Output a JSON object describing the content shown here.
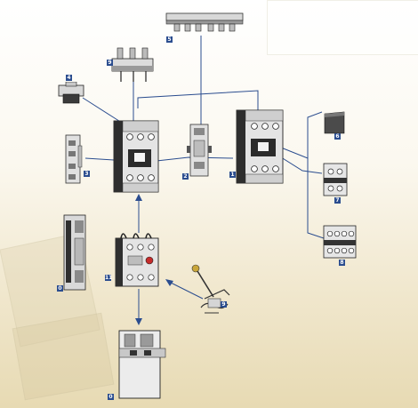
{
  "colors": {
    "connector": "#2b4d8f",
    "badge_bg": "#2b4d8f",
    "badge_text": "#ffffff",
    "device_body": "#e2e2e2",
    "device_dark": "#2a2a2a",
    "background_top": "#ffffff",
    "background_bottom": "#e7dab3"
  },
  "components": [
    {
      "id": "busbar-top",
      "badge": "5",
      "icon": "busbar-icon"
    },
    {
      "id": "terminal-block",
      "badge": "9",
      "icon": "terminal-block-icon"
    },
    {
      "id": "cover-small",
      "badge": "4",
      "icon": "cover-icon"
    },
    {
      "id": "side-auxiliary",
      "badge": "3",
      "icon": "side-auxiliary-contact-icon"
    },
    {
      "id": "contactor-left",
      "badge": "",
      "icon": "contactor-icon"
    },
    {
      "id": "interlock",
      "badge": "2",
      "icon": "mechanical-interlock-icon"
    },
    {
      "id": "contactor-right",
      "badge": "1",
      "icon": "contactor-icon"
    },
    {
      "id": "front-cover",
      "badge": "6",
      "icon": "front-cover-icon"
    },
    {
      "id": "aux-block-2p",
      "badge": "7",
      "icon": "auxiliary-contact-block-icon"
    },
    {
      "id": "aux-block-4p",
      "badge": "8",
      "icon": "auxiliary-contact-block-icon"
    },
    {
      "id": "rail-adapter",
      "badge": "0",
      "icon": "rail-adapter-icon"
    },
    {
      "id": "overload-relay",
      "badge": "11",
      "icon": "thermal-overload-relay-icon"
    },
    {
      "id": "remote-reset",
      "badge": "9",
      "icon": "remote-reset-icon"
    },
    {
      "id": "mounting-plate",
      "badge": "0",
      "icon": "separate-mounting-icon"
    }
  ]
}
